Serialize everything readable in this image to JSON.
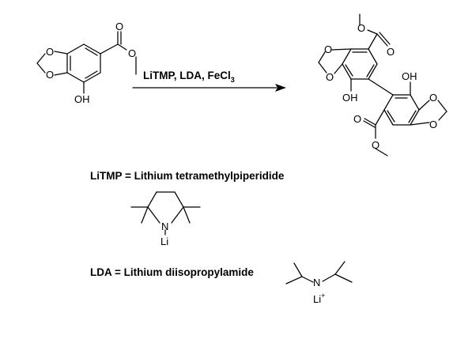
{
  "reaction": {
    "conditions_main": "LiTMP, LDA, FeCl",
    "conditions_sub": "3"
  },
  "atoms": {
    "O": "O",
    "OH": "OH",
    "N": "N",
    "Li": "Li",
    "Li_plus": "+"
  },
  "legend": {
    "litmp_definition": "LiTMP = Lithium tetramethylpiperidide",
    "lda_definition": "LDA = Lithium diisopropylamide"
  }
}
